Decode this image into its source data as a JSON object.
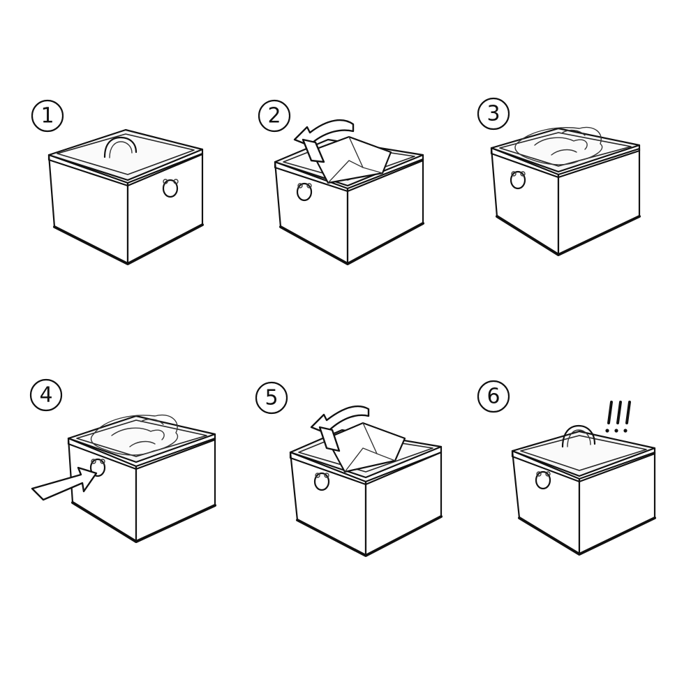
{
  "steps": [
    {
      "number": "1",
      "action": "box-ready"
    },
    {
      "number": "2",
      "action": "open-lid"
    },
    {
      "number": "3",
      "action": "fill-contents"
    },
    {
      "number": "4",
      "action": "push-in"
    },
    {
      "number": "5",
      "action": "close-lid"
    },
    {
      "number": "6",
      "action": "done"
    }
  ],
  "exclamation": "!!!",
  "colors": {
    "line": "#111111",
    "background": "#ffffff"
  }
}
